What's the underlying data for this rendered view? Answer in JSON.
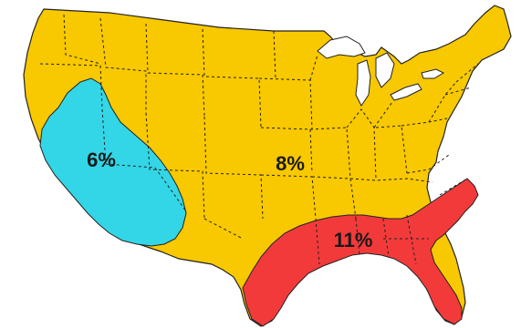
{
  "map": {
    "colors": {
      "background": "#ffffff",
      "base_region": "#f8c800",
      "west_zone": "#33d6e6",
      "southeast_zone": "#f23a3a",
      "outline": "#222222",
      "water": "#ffffff"
    },
    "zones": [
      {
        "id": "west",
        "label": "6%",
        "color": "#33d6e6"
      },
      {
        "id": "central",
        "label": "8%",
        "color": "#f8c800"
      },
      {
        "id": "southeast",
        "label": "11%",
        "color": "#f23a3a"
      }
    ]
  }
}
